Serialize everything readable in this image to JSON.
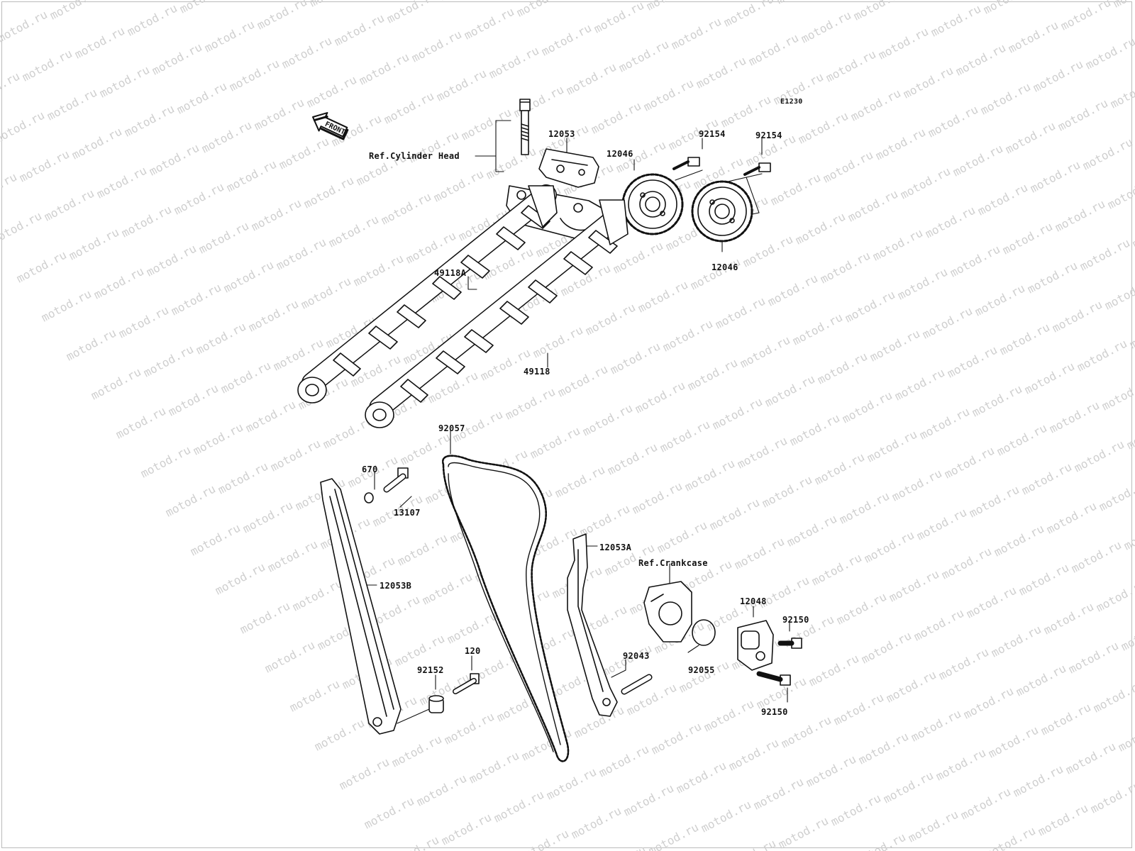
{
  "watermark": {
    "text": "motod.ru",
    "color": "#cfcfcf"
  },
  "diagram": {
    "id_code": "E1230",
    "front_arrow": "FRONT",
    "refs": {
      "cylinder_head": "Ref.Cylinder Head",
      "crankcase": "Ref.Crankcase"
    },
    "parts": [
      "12053",
      "12046",
      "92154",
      "92154",
      "12046",
      "49118A",
      "49118",
      "92057",
      "670",
      "13107",
      "12053A",
      "12053B",
      "12048",
      "92150",
      "92043",
      "92055",
      "92150",
      "120",
      "92152"
    ]
  }
}
